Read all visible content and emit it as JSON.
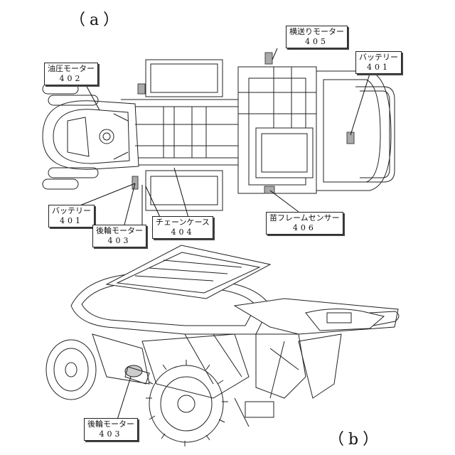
{
  "panels": {
    "a": "（a）",
    "b": "（b）"
  },
  "callouts": {
    "hydraulic_motor": {
      "name": "油圧モーター",
      "number": "402"
    },
    "traverse_motor": {
      "name": "横送りモーター",
      "number": "405"
    },
    "battery_right": {
      "name": "バッテリー",
      "number": "401"
    },
    "battery_left": {
      "name": "バッテリー",
      "number": "401"
    },
    "rear_wheel_motor_a": {
      "name": "後輪モーター",
      "number": "403"
    },
    "chain_case": {
      "name": "チェーンケース",
      "number": "404"
    },
    "seedling_frame_sensor": {
      "name": "苗フレームセンサー",
      "number": "406"
    },
    "rear_wheel_motor_b": {
      "name": "後輪モーター",
      "number": "403"
    }
  }
}
